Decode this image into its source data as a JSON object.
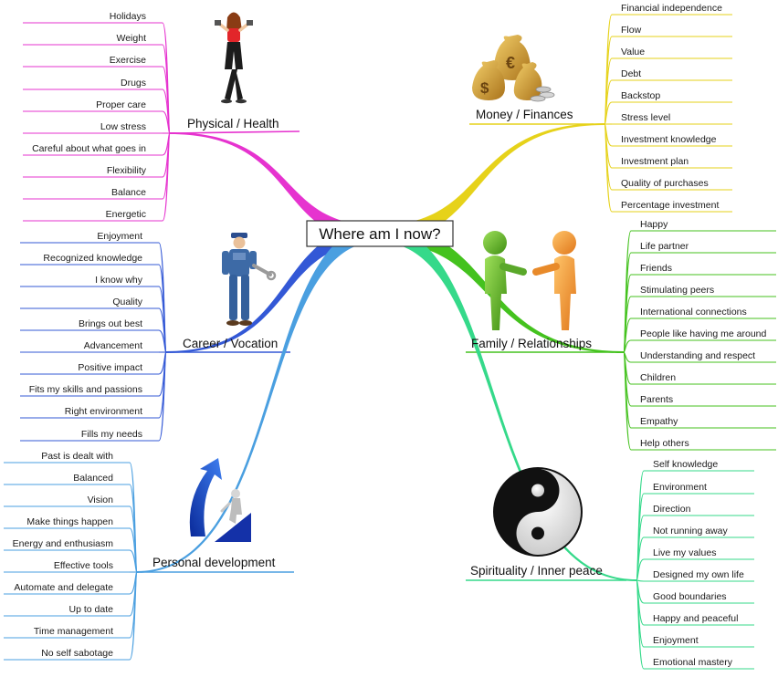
{
  "root": {
    "label": "Where am I now?"
  },
  "branches": [
    {
      "id": "physical",
      "label": "Physical / Health",
      "side": "left",
      "color": "#e633cf",
      "icon": "woman-with-dumbbells-icon",
      "leaves": [
        "Holidays",
        "Weight",
        "Exercise",
        "Drugs",
        "Proper care",
        "Low stress",
        "Careful about what goes in",
        "Flexibility",
        "Balance",
        "Energetic"
      ]
    },
    {
      "id": "career",
      "label": "Career / Vocation",
      "side": "left",
      "color": "#3358d6",
      "icon": "worker-with-wrench-icon",
      "leaves": [
        "Enjoyment",
        "Recognized knowledge",
        "I know why",
        "Quality",
        "Brings out best",
        "Advancement",
        "Positive impact",
        "Fits my skills and passions",
        "Right environment",
        "Fills my needs"
      ]
    },
    {
      "id": "personal",
      "label": "Personal development",
      "side": "left",
      "color": "#4a9fe0",
      "icon": "climbing-arrow-icon",
      "leaves": [
        "Past is dealt with",
        "Balanced",
        "Vision",
        "Make things happen",
        "Energy and enthusiasm",
        "Effective tools",
        "Automate and delegate",
        "Up to date",
        "Time management",
        "No self sabotage"
      ]
    },
    {
      "id": "money",
      "label": "Money / Finances",
      "side": "right",
      "color": "#e6d21a",
      "icon": "money-bags-icon",
      "leaves": [
        "Financial independence",
        "Flow",
        "Value",
        "Debt",
        "Backstop",
        "Stress level",
        "Investment knowledge",
        "Investment plan",
        "Quality of purchases",
        "Percentage investment"
      ]
    },
    {
      "id": "family",
      "label": "Family / Relationships",
      "side": "right",
      "color": "#44c21e",
      "icon": "two-people-icon",
      "leaves": [
        "Happy",
        "Life partner",
        "Friends",
        "Stimulating peers",
        "International connections",
        "People like having me around",
        "Understanding and respect",
        "Children",
        "Parents",
        "Empathy",
        "Help others"
      ]
    },
    {
      "id": "spiritual",
      "label": "Spirituality / Inner peace",
      "side": "right",
      "color": "#35d98a",
      "icon": "yin-yang-icon",
      "leaves": [
        "Self knowledge",
        "Environment",
        "Direction",
        "Not running away",
        "Live my values",
        "Designed my own life",
        "Good boundaries",
        "Happy and peaceful",
        "Enjoyment",
        "Emotional mastery"
      ]
    }
  ]
}
